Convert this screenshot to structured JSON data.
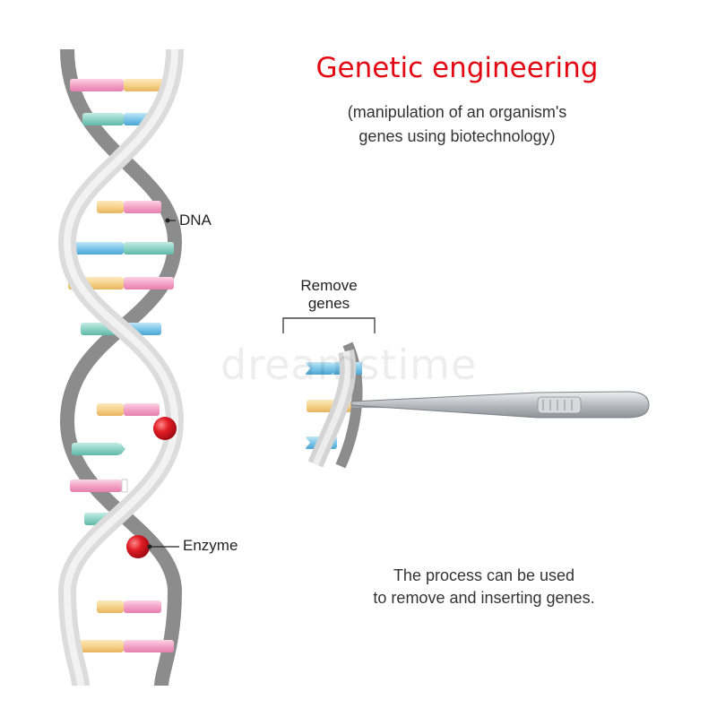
{
  "title": "Genetic engineering",
  "subtitle_lines": [
    "(manipulation of an organism's",
    "genes using biotechnology)"
  ],
  "labels": {
    "dna": "DNA",
    "enzyme": "Enzyme",
    "remove_genes": [
      "Remove",
      "genes"
    ]
  },
  "note_lines": [
    "The process can be used",
    "to remove and inserting genes."
  ],
  "watermark": "dreamstime",
  "colors": {
    "title": "#e30613",
    "base_pink": "#f4a3c8",
    "base_yellow": "#f6d38c",
    "base_cyan": "#8fd3c6",
    "base_blue": "#7cc7ea",
    "strand_dark": "#8c8c8c",
    "strand_light": "#d9d9d9",
    "enzyme": "#d8121f",
    "tweezers": "#b8bcc2"
  },
  "icons": [
    "dna-helix-icon",
    "enzyme-icon",
    "tweezers-icon"
  ]
}
